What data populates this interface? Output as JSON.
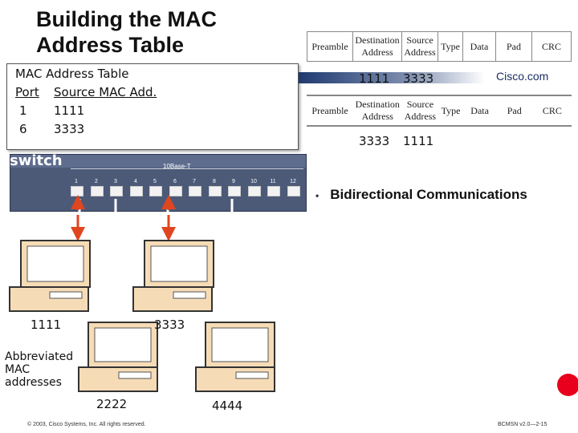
{
  "slide": {
    "title_line1": "Building the MAC",
    "title_line2": "Address Table",
    "mac_table": {
      "heading": "MAC Address Table",
      "col_port": "Port",
      "col_mac": "Source MAC Add.",
      "rows": [
        {
          "port": "1",
          "mac": "1111"
        },
        {
          "port": "6",
          "mac": "3333"
        }
      ]
    },
    "frame": {
      "fields": [
        "Preamble",
        "Destination Address",
        "Source Address",
        "Type",
        "Data",
        "Pad",
        "CRC"
      ],
      "frame1_dest": "1111",
      "frame1_src": "3333",
      "frame2_dest": "3333",
      "frame2_src": "1111"
    },
    "brand": "Cisco.com",
    "switch": {
      "label": "switch",
      "model": "10Base-T",
      "ports": [
        "1",
        "2",
        "3",
        "4",
        "5",
        "6",
        "7",
        "8",
        "9",
        "10",
        "11",
        "12"
      ]
    },
    "bullet": "Bidirectional Communications",
    "computers": [
      "1111",
      "3333",
      "2222",
      "4444"
    ],
    "abbr_note_lines": [
      "Abbreviated",
      "MAC",
      "addresses"
    ],
    "footer_left": "© 2003, Cisco Systems, Inc. All rights reserved.",
    "footer_right": "BCMSN v2.0—2-15",
    "colors": {
      "switch": "#4c5a78",
      "arrow": "#e0461f",
      "computer": "#f6dcb6",
      "red_dot": "#e8001c"
    }
  }
}
